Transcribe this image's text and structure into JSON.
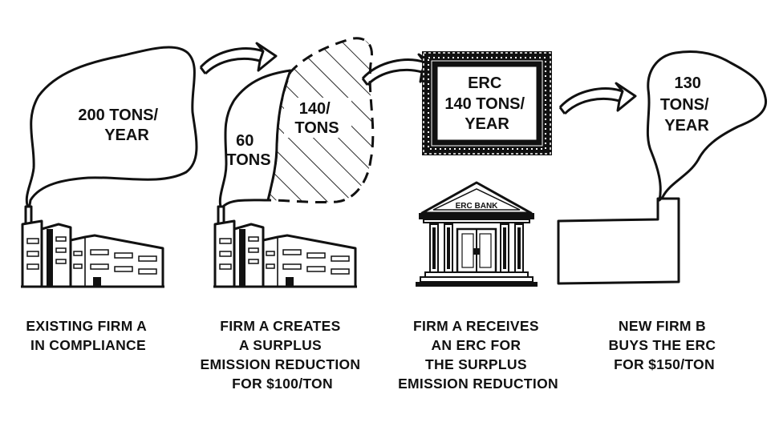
{
  "panels": [
    {
      "cloud_lines": [
        "200 TONS/",
        "YEAR"
      ],
      "caption": [
        "EXISTING FIRM A",
        "IN COMPLIANCE"
      ]
    },
    {
      "cloud_remaining_lines": [
        "60",
        "TONS"
      ],
      "cloud_surplus_lines": [
        "140/",
        "TONS"
      ],
      "caption": [
        "FIRM A CREATES",
        "A SURPLUS",
        "EMISSION REDUCTION",
        "FOR $100/TON"
      ]
    },
    {
      "certificate_lines": [
        "ERC",
        "140 TONS/",
        "YEAR"
      ],
      "bank_sign": "ERC BANK",
      "caption": [
        "FIRM A RECEIVES",
        "AN ERC FOR",
        "THE SURPLUS",
        "EMISSION REDUCTION"
      ]
    },
    {
      "cloud_lines": [
        "130",
        "TONS/",
        "YEAR"
      ],
      "caption": [
        "NEW FIRM B",
        "BUYS THE ERC",
        "FOR $150/TON"
      ]
    }
  ],
  "colors": {
    "ink": "#111111",
    "paper": "#ffffff"
  },
  "icons": [
    "factory-icon",
    "curved-arrow-icon",
    "bank-building-icon",
    "certificate-frame-icon",
    "empty-lot-icon"
  ]
}
